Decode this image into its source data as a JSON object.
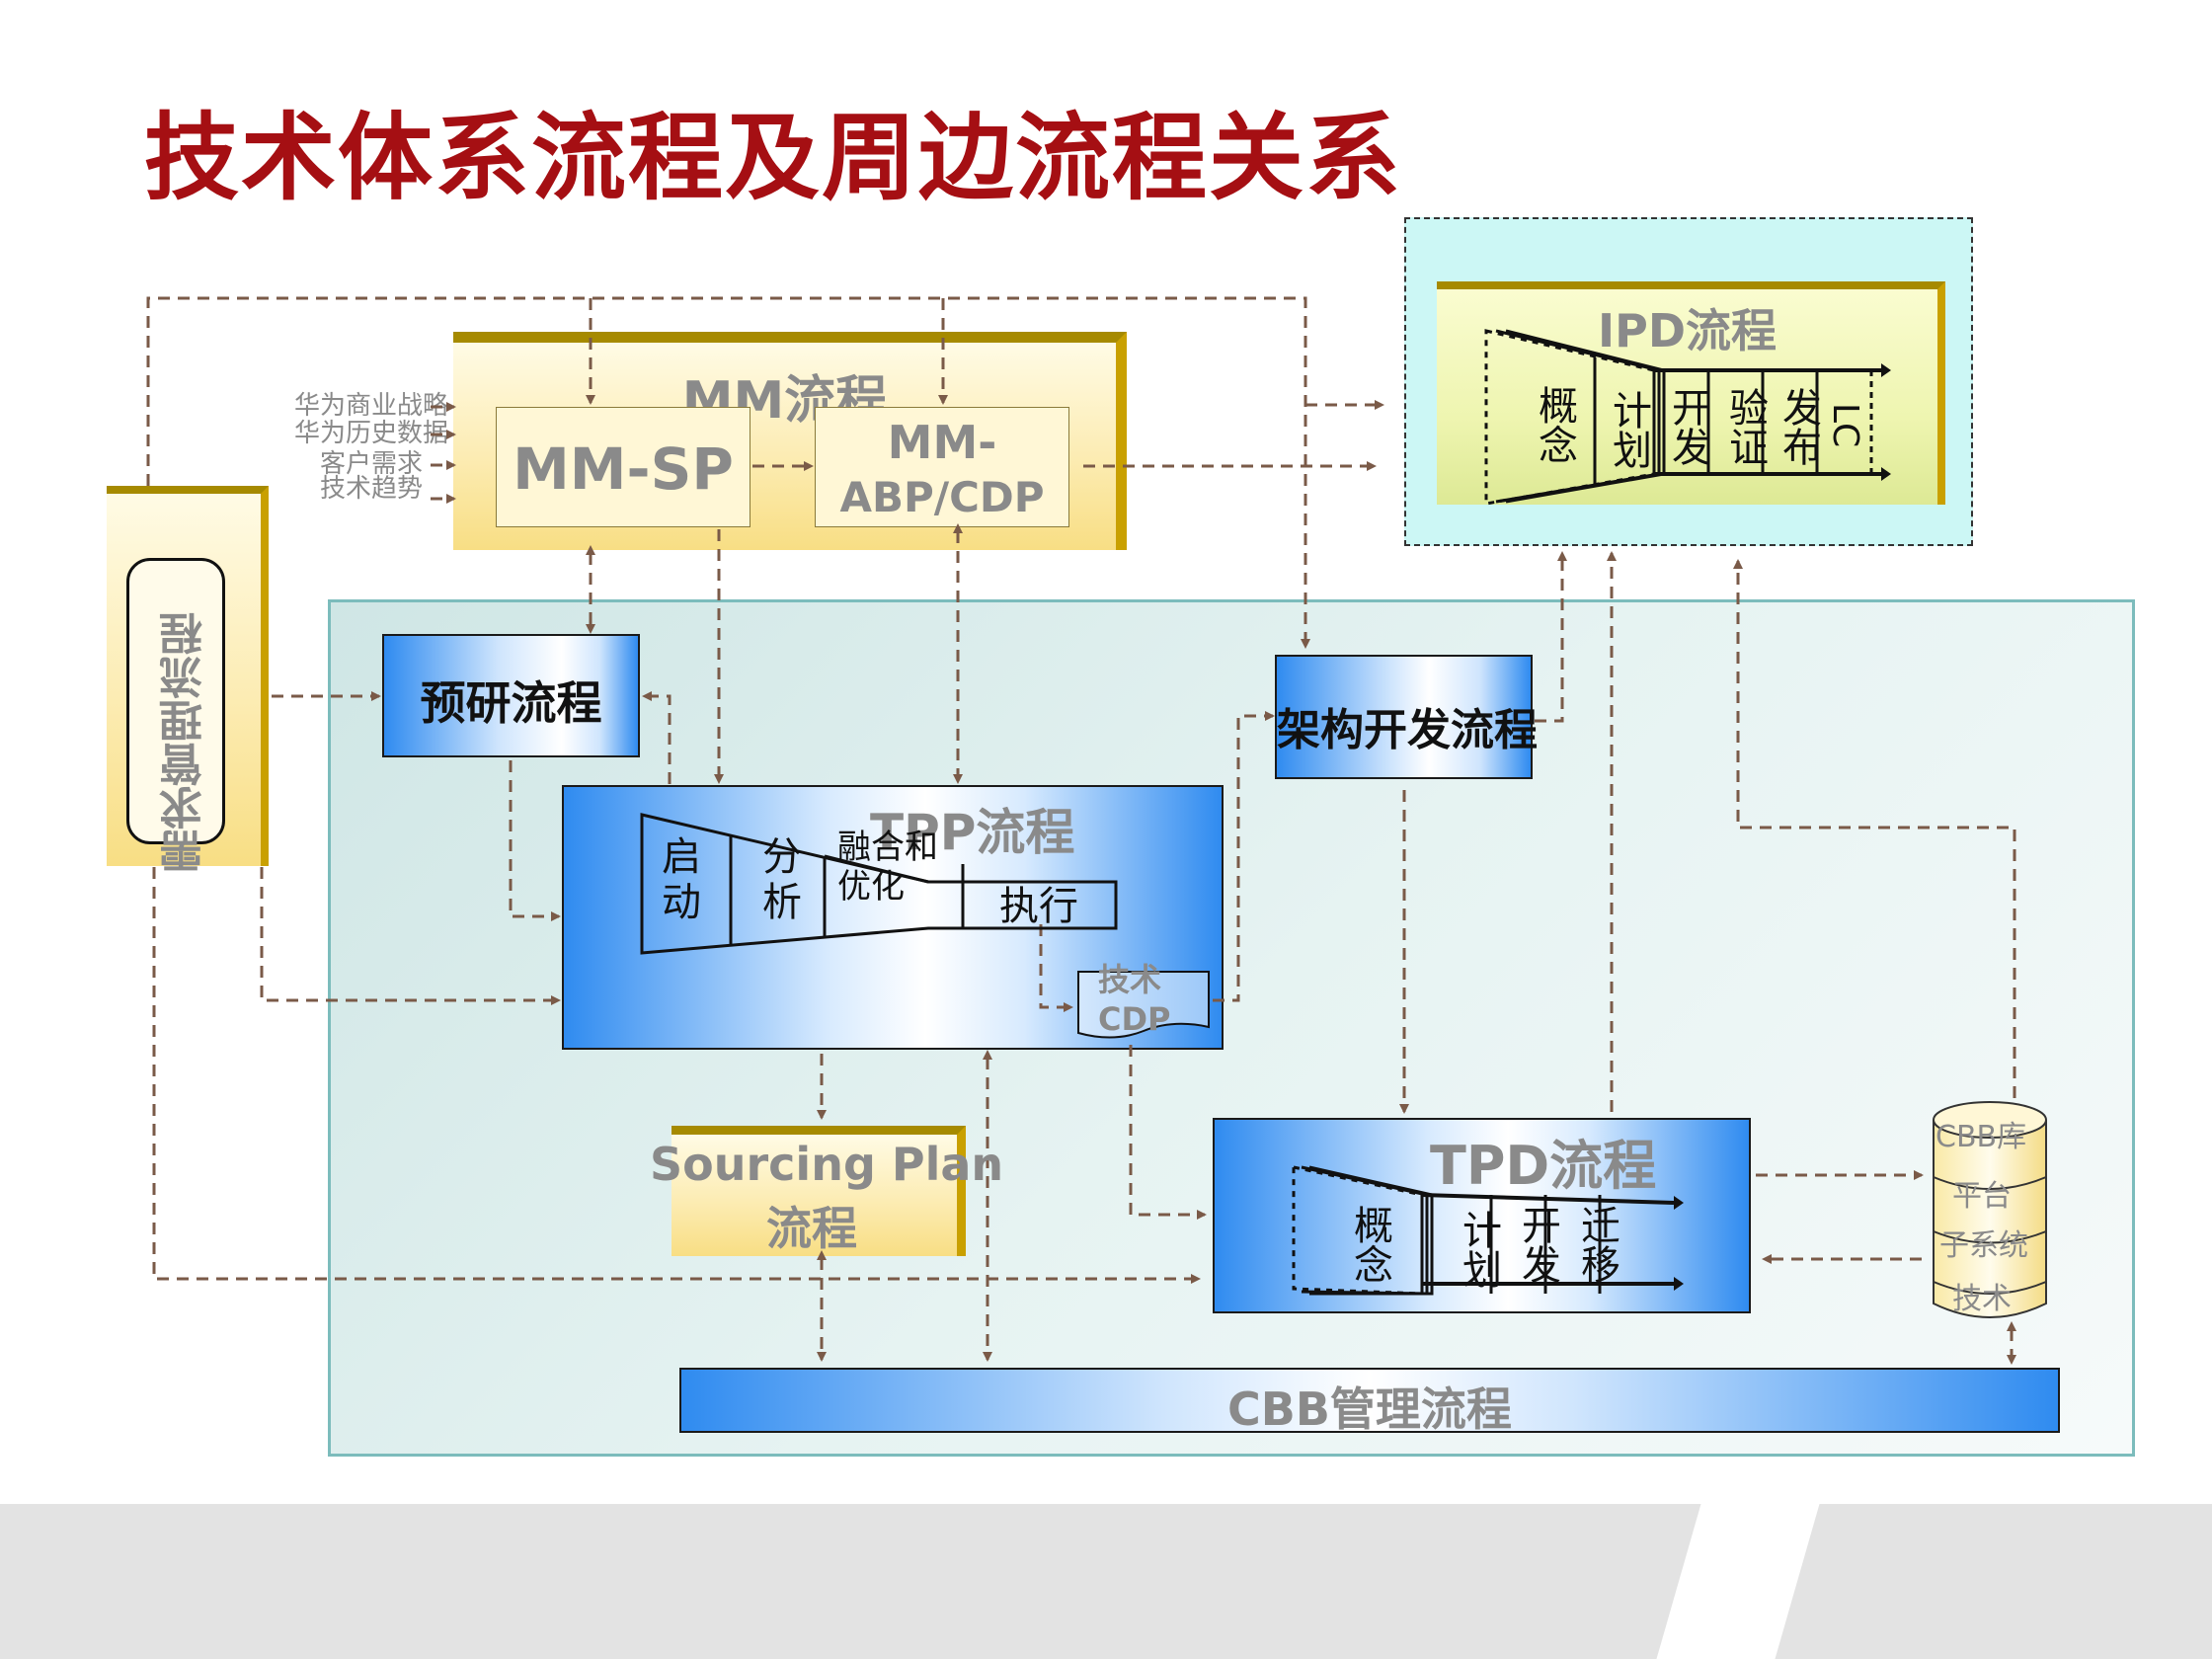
{
  "title": "技术体系流程及周边流程关系",
  "mm": {
    "title": "MM流程",
    "sp": "MM-SP",
    "abp_line1": "MM-",
    "abp_line2": "ABP/CDP",
    "inputs": [
      "华为商业战略",
      "华为历史数据",
      "客户需求",
      "技术趋势"
    ]
  },
  "ipd": {
    "title": "IPD流程",
    "phases": [
      "概念",
      "计划",
      "开发",
      "验证",
      "发布",
      "LC"
    ]
  },
  "demand": {
    "title": "需求管理流程"
  },
  "research": {
    "title": "预研流程"
  },
  "arch": {
    "title": "架构开发流程"
  },
  "tpp": {
    "title": "TPP流程",
    "phase_start": "启\n动",
    "phase_analysis": "分\n析",
    "phase_optimize": "融合和\n优化",
    "phase_execute": "执行",
    "cdp": "技术\nCDP"
  },
  "sourcing": {
    "line1": "Sourcing Plan",
    "line2": "流程"
  },
  "tpd": {
    "title": "TPD流程",
    "phases": [
      "概念",
      "计划",
      "开发",
      "迁移"
    ]
  },
  "cbb_db": {
    "items": [
      "CBB库",
      "平台",
      "子系统",
      "技术"
    ]
  },
  "cbb_mgmt": {
    "title": "CBB管理流程"
  },
  "colors": {
    "title_red": "#a50f13",
    "arrow_brown": "#7a5a48",
    "blue_accent": "#2f8bf0",
    "yellow_accent": "#f8de84",
    "ipd_bg": "#ccf7f5"
  }
}
